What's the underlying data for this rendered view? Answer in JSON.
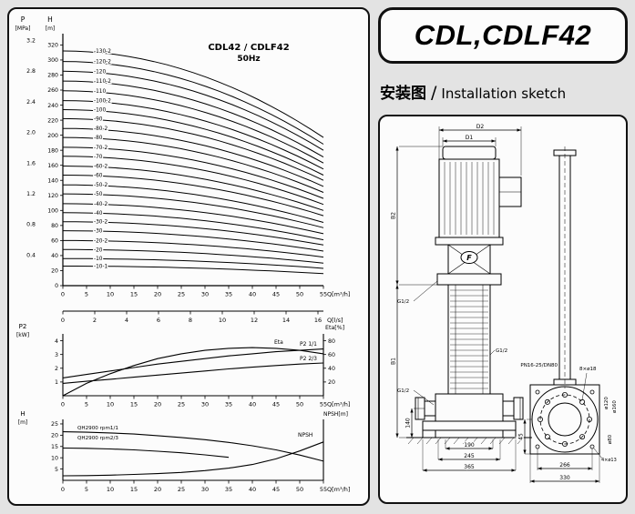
{
  "colors": {
    "page_bg": "#e3e3e3",
    "panel_bg": "#fcfcfc",
    "ink": "#000000"
  },
  "title_box": {
    "label": "CDL,CDLF42"
  },
  "install_heading": {
    "cn": "安装图",
    "sep": "/",
    "en": "Installation sketch"
  },
  "chart_data": [
    {
      "type": "line",
      "name": "head-capacity",
      "title": "CDL42 / CDLF42",
      "subtitle": "50Hz",
      "xlabel": "Q[m³/h]",
      "x2label": "Q[l/s]",
      "corner_labels": {
        "p": "P",
        "p_unit": "[MPa]",
        "h": "H",
        "h_unit": "[m]"
      },
      "xlim": [
        0,
        55
      ],
      "ylim": [
        0,
        335
      ],
      "x_ticks": [
        0,
        5,
        10,
        15,
        20,
        25,
        30,
        35,
        40,
        45,
        50,
        55
      ],
      "x2_ticks": [
        0,
        2,
        4,
        6,
        8,
        10,
        12,
        14,
        16
      ],
      "p_ticks": [
        0.4,
        0.8,
        1.2,
        1.6,
        2.0,
        2.4,
        2.8,
        3.2
      ],
      "h_ticks": [
        0,
        20,
        40,
        60,
        80,
        100,
        120,
        140,
        160,
        180,
        200,
        220,
        240,
        260,
        280,
        300,
        320
      ],
      "series": [
        {
          "label": "130-2",
          "h_q0": 312,
          "h_q55": 197
        },
        {
          "label": "120-2",
          "h_q0": 298,
          "h_q55": 188
        },
        {
          "label": "120",
          "h_q0": 285,
          "h_q55": 180
        },
        {
          "label": "110-2",
          "h_q0": 272,
          "h_q55": 171
        },
        {
          "label": "110",
          "h_q0": 259,
          "h_q55": 163
        },
        {
          "label": "100-2",
          "h_q0": 246,
          "h_q55": 155
        },
        {
          "label": "100",
          "h_q0": 234,
          "h_q55": 147
        },
        {
          "label": "90",
          "h_q0": 222,
          "h_q55": 140
        },
        {
          "label": "80-2",
          "h_q0": 209,
          "h_q55": 132
        },
        {
          "label": "80",
          "h_q0": 197,
          "h_q55": 124
        },
        {
          "label": "70-2",
          "h_q0": 184,
          "h_q55": 116
        },
        {
          "label": "70",
          "h_q0": 172,
          "h_q55": 108
        },
        {
          "label": "60-2",
          "h_q0": 159,
          "h_q55": 100
        },
        {
          "label": "60",
          "h_q0": 147,
          "h_q55": 93
        },
        {
          "label": "50-2",
          "h_q0": 134,
          "h_q55": 84
        },
        {
          "label": "50",
          "h_q0": 122,
          "h_q55": 77
        },
        {
          "label": "40-2",
          "h_q0": 109,
          "h_q55": 69
        },
        {
          "label": "40",
          "h_q0": 97,
          "h_q55": 61
        },
        {
          "label": "30-2",
          "h_q0": 85,
          "h_q55": 54
        },
        {
          "label": "30",
          "h_q0": 73,
          "h_q55": 46
        },
        {
          "label": "20-2",
          "h_q0": 60,
          "h_q55": 38
        },
        {
          "label": "20",
          "h_q0": 48,
          "h_q55": 30
        },
        {
          "label": "10",
          "h_q0": 36,
          "h_q55": 23
        },
        {
          "label": "10-1",
          "h_q0": 26,
          "h_q55": 16
        }
      ]
    },
    {
      "type": "line",
      "name": "power-efficiency",
      "xlabel": "Q[m³/h]",
      "corner_labels": {
        "left": "P2",
        "left_unit": "[kW]",
        "right": "Eta[%]"
      },
      "xlim": [
        0,
        55
      ],
      "left_lim": [
        0,
        4.5
      ],
      "right_lim": [
        0,
        90
      ],
      "x_ticks": [
        0,
        5,
        10,
        15,
        20,
        25,
        30,
        35,
        40,
        45,
        50,
        55
      ],
      "left_ticks": [
        1,
        2,
        3,
        4
      ],
      "right_ticks": [
        20,
        40,
        60,
        80
      ],
      "x": [
        0,
        5,
        10,
        15,
        20,
        25,
        30,
        35,
        40,
        45,
        50,
        55
      ],
      "series": [
        {
          "label": "Eta",
          "axis": "right",
          "y": [
            0,
            18,
            32,
            44,
            54,
            61,
            66,
            69,
            70,
            69,
            66,
            61
          ]
        },
        {
          "label": "P2 1/1",
          "axis": "left",
          "y": [
            1.3,
            1.55,
            1.8,
            2.05,
            2.3,
            2.5,
            2.7,
            2.9,
            3.05,
            3.2,
            3.3,
            3.4
          ]
        },
        {
          "label": "P2 2/3",
          "axis": "left",
          "y": [
            0.9,
            1.05,
            1.2,
            1.35,
            1.5,
            1.65,
            1.8,
            1.95,
            2.08,
            2.2,
            2.3,
            2.38
          ]
        }
      ]
    },
    {
      "type": "line",
      "name": "qh-npsh",
      "xlabel": "Q[m³/h]",
      "corner_labels": {
        "left": "H",
        "left_unit": "[m]",
        "right": "NPSH[m]"
      },
      "xlim": [
        0,
        55
      ],
      "left_lim": [
        0,
        27
      ],
      "x_ticks": [
        0,
        5,
        10,
        15,
        20,
        25,
        30,
        35,
        40,
        45,
        50,
        55
      ],
      "left_ticks": [
        5,
        10,
        15,
        20,
        25
      ],
      "series": [
        {
          "label": "QH2900 rpm1/1",
          "x": [
            0,
            5,
            10,
            15,
            20,
            25,
            30,
            35,
            40,
            45,
            50,
            55
          ],
          "y": [
            21.5,
            21.3,
            21.0,
            20.5,
            19.8,
            19.0,
            18.0,
            16.8,
            15.3,
            13.5,
            11.2,
            8.5
          ]
        },
        {
          "label": "QH2900 rpm2/3",
          "x": [
            0,
            5,
            10,
            15,
            20,
            25,
            30,
            35
          ],
          "y": [
            14.3,
            14.2,
            13.9,
            13.5,
            12.9,
            12.2,
            11.3,
            10.2
          ]
        },
        {
          "label": "NPSH",
          "x": [
            0,
            5,
            10,
            15,
            20,
            25,
            30,
            35,
            40,
            45,
            50,
            55
          ],
          "y": [
            2.0,
            2.1,
            2.3,
            2.6,
            3.0,
            3.5,
            4.3,
            5.4,
            7.0,
            9.5,
            13.0,
            17.0
          ]
        }
      ]
    }
  ],
  "sketch": {
    "labels": {
      "d1": "D1",
      "d2": "D2",
      "b1": "B1",
      "b2": "B2",
      "g_half_1": "G1/2",
      "g_half_2": "G1/2",
      "g_half_3": "G1/2",
      "dim_140": "140",
      "dim_190": "190",
      "dim_245": "245",
      "dim_365": "365",
      "dim_266": "266",
      "dim_330": "330",
      "dim_45": "45",
      "phi_120": "ø120",
      "phi_160": "ø160",
      "phi_80": "ø80",
      "bolts_8": "8×ø18",
      "bolts_4": "4×ø13",
      "flange_spec": "PN16-25/DN80",
      "brand": "F"
    }
  }
}
